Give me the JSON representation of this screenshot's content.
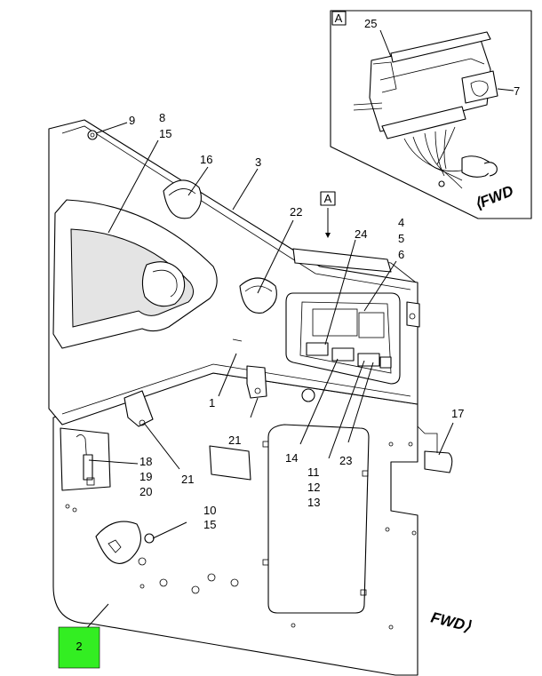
{
  "callouts": {
    "c1": "1",
    "c3": "3",
    "c4": "4",
    "c5": "5",
    "c6": "6",
    "c7": "7",
    "c8": "8",
    "c9": "9",
    "c10": "10",
    "c11": "11",
    "c12": "12",
    "c13": "13",
    "c14": "14",
    "c15a": "15",
    "c15b": "15",
    "c16": "16",
    "c17": "17",
    "c18": "18",
    "c19": "19",
    "c20": "20",
    "c21a": "21",
    "c21b": "21",
    "c22": "22",
    "c23": "23",
    "c24": "24",
    "c25": "25"
  },
  "detail_marker": "A",
  "detail_label": "A",
  "fwd_detail": "FWD",
  "fwd_main": "FWD",
  "highlight": {
    "label": "2",
    "color": "#33ee22"
  }
}
